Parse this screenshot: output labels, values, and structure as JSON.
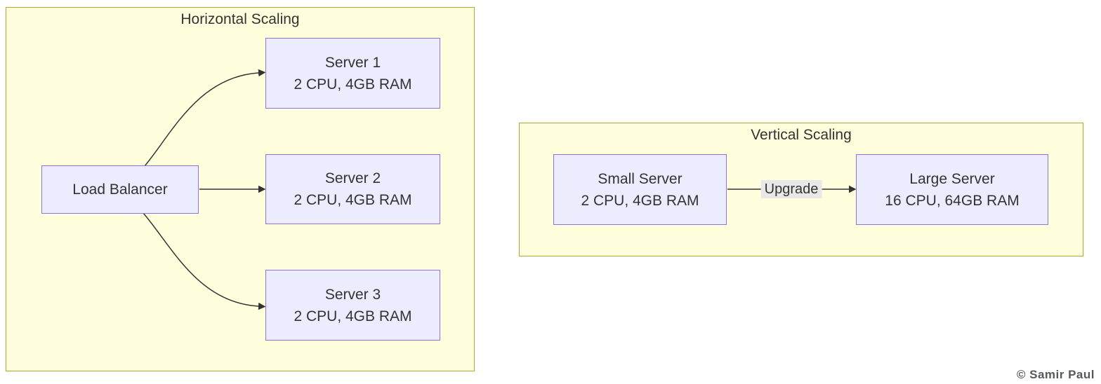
{
  "diagram_type": "flowchart",
  "colors": {
    "node_fill": "#ECECFF",
    "node_border": "#9370DB",
    "cluster_fill": "#FFFFDE",
    "cluster_border": "#AAAA33",
    "edge_label_bg": "#E8E8E8",
    "edge_stroke": "#333333",
    "text": "#333333",
    "watermark_text": "#55595C"
  },
  "horizontal": {
    "title": "Horizontal Scaling",
    "load_balancer": "Load Balancer",
    "server1_name": "Server 1",
    "server1_specs": "2 CPU, 4GB RAM",
    "server2_name": "Server 2",
    "server2_specs": "2 CPU, 4GB RAM",
    "server3_name": "Server 3",
    "server3_specs": "2 CPU, 4GB RAM"
  },
  "vertical": {
    "title": "Vertical Scaling",
    "small_name": "Small Server",
    "small_specs": "2 CPU, 4GB RAM",
    "edge_label": "Upgrade",
    "large_name": "Large Server",
    "large_specs": "16 CPU, 64GB RAM"
  },
  "watermark": "© Samir Paul"
}
